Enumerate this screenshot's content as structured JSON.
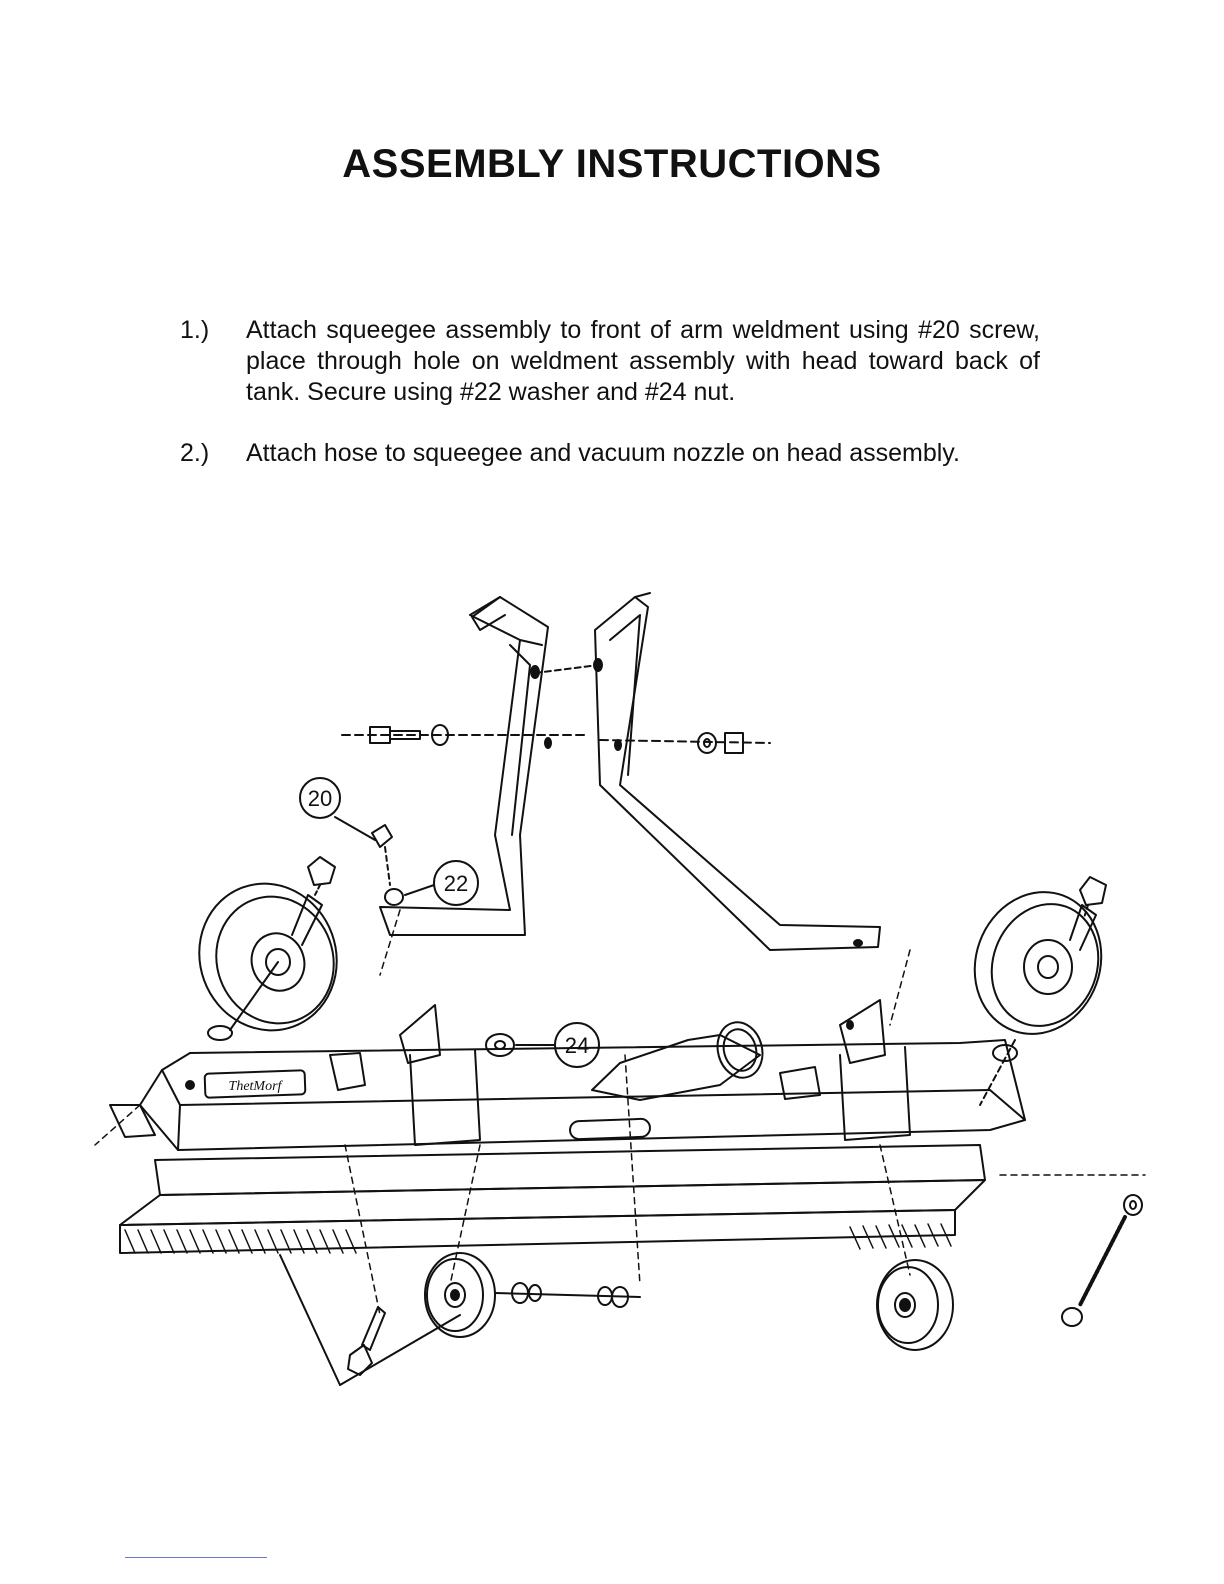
{
  "document": {
    "title": "ASSEMBLY INSTRUCTIONS",
    "steps": [
      {
        "number": "1.)",
        "text": "Attach squeegee assembly to front of arm weldment using #20 screw, place through hole on weldment assembly with head toward back of tank. Secure using #22 washer and #24 nut."
      },
      {
        "number": "2.)",
        "text": "Attach hose to squeegee and vacuum nozzle on head assembly."
      }
    ]
  },
  "diagram": {
    "callouts": [
      "20",
      "22",
      "24"
    ],
    "label_plate_text": "ThetMorf"
  }
}
